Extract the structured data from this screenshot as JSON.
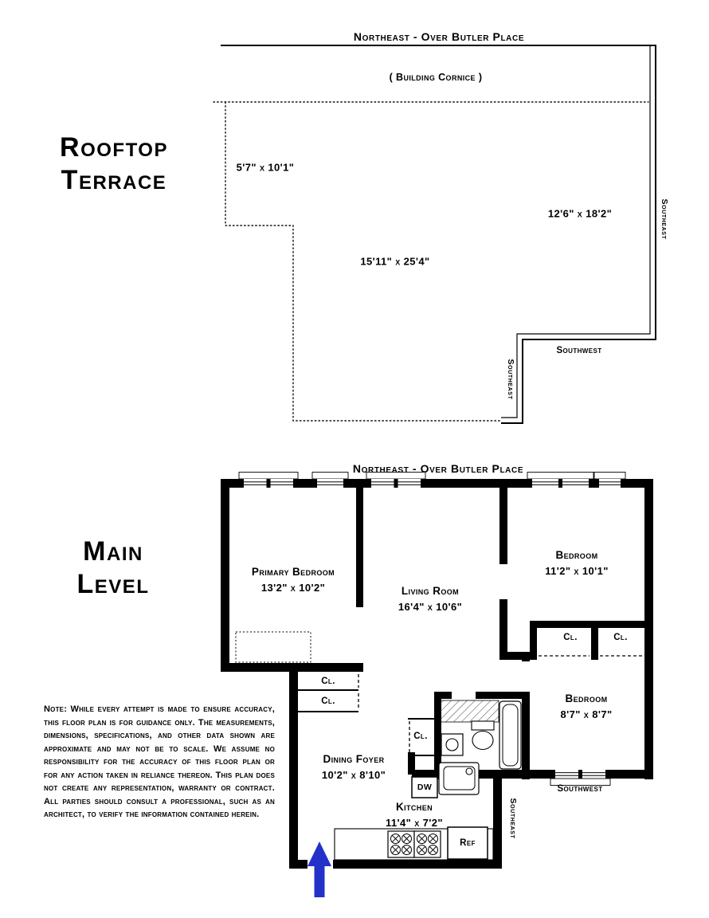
{
  "rooftop": {
    "title": {
      "line1": "Rooftop",
      "line2": "Terrace"
    },
    "compass_top": "Northeast - Over Butler Place",
    "building_cornice": "( Building Cornice )",
    "compass_right": "Southeast",
    "compass_southwest": "Southwest",
    "compass_notch": "Southeast",
    "dim_left": "5'7\" x 10'1\"",
    "dim_right": "12'6\" x 18'2\"",
    "dim_center": "15'11\" x 25'4\""
  },
  "main": {
    "title": {
      "line1": "Main",
      "line2": "Level"
    },
    "compass_top": "Northeast - Over Butler Place",
    "compass_southwest": "Southwest",
    "compass_southeast": "Southeast",
    "primary_bedroom": {
      "name": "Primary Bedroom",
      "dims": "13'2\" x 10'2\""
    },
    "living_room": {
      "name": "Living Room",
      "dims": "16'4\" x 10'6\""
    },
    "bedroom_top": {
      "name": "Bedroom",
      "dims": "11'2\" x 10'1\""
    },
    "bedroom_bottom": {
      "name": "Bedroom",
      "dims": "8'7\" x 8'7\""
    },
    "dining_foyer": {
      "name": "Dining Foyer",
      "dims": "10'2\" x 8'10\""
    },
    "kitchen": {
      "name": "Kitchen",
      "dims": "11'4\" x 7'2\""
    },
    "closet_label": "Cl.",
    "dw_label": "DW",
    "ref_label": "Ref",
    "arrow_color": "#2431c8"
  },
  "note": "Note: While every attempt is made to ensure accuracy, this floor plan is for guidance only. The measurements, dimensions, specifications, and other data shown are approximate and may not be to scale. We assume no responsibility for the accuracy of this floor plan or for any action taken in reliance thereon. This plan does not create any representation, warranty or contract. All parties should consult a professional, such as an architect, to verify the information contained herein."
}
